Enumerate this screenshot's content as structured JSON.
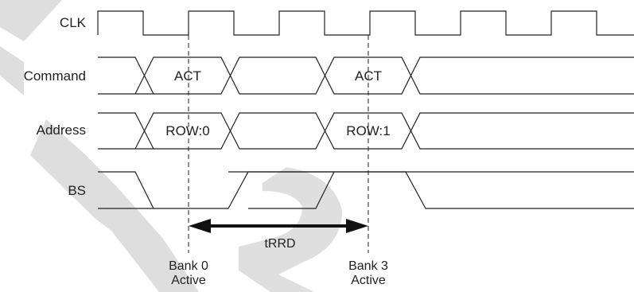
{
  "signals": {
    "clk": "CLK",
    "command": "Command",
    "address": "Address",
    "bs": "BS"
  },
  "command_values": [
    "ACT",
    "ACT"
  ],
  "address_values": [
    "ROW:0",
    "ROW:1"
  ],
  "timing": {
    "trrd": "tRRD"
  },
  "events": [
    {
      "line1": "Bank 0",
      "line2": "Active"
    },
    {
      "line1": "Bank 3",
      "line2": "Active"
    }
  ],
  "colors": {
    "line": "#222222",
    "watermark": "#d8d8d8",
    "background": "#ffffff"
  }
}
